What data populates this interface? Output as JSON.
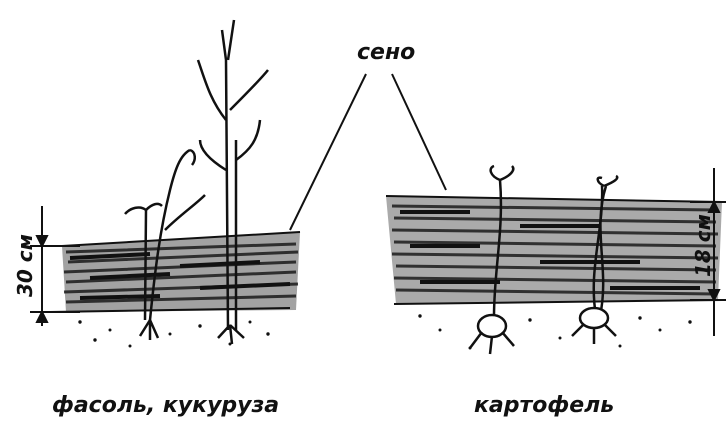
{
  "labels": {
    "hay": "сено",
    "left_caption": "фасоль, кукуруза",
    "right_caption": "картофель",
    "left_depth": "30 см",
    "right_depth": "18 см"
  }
}
